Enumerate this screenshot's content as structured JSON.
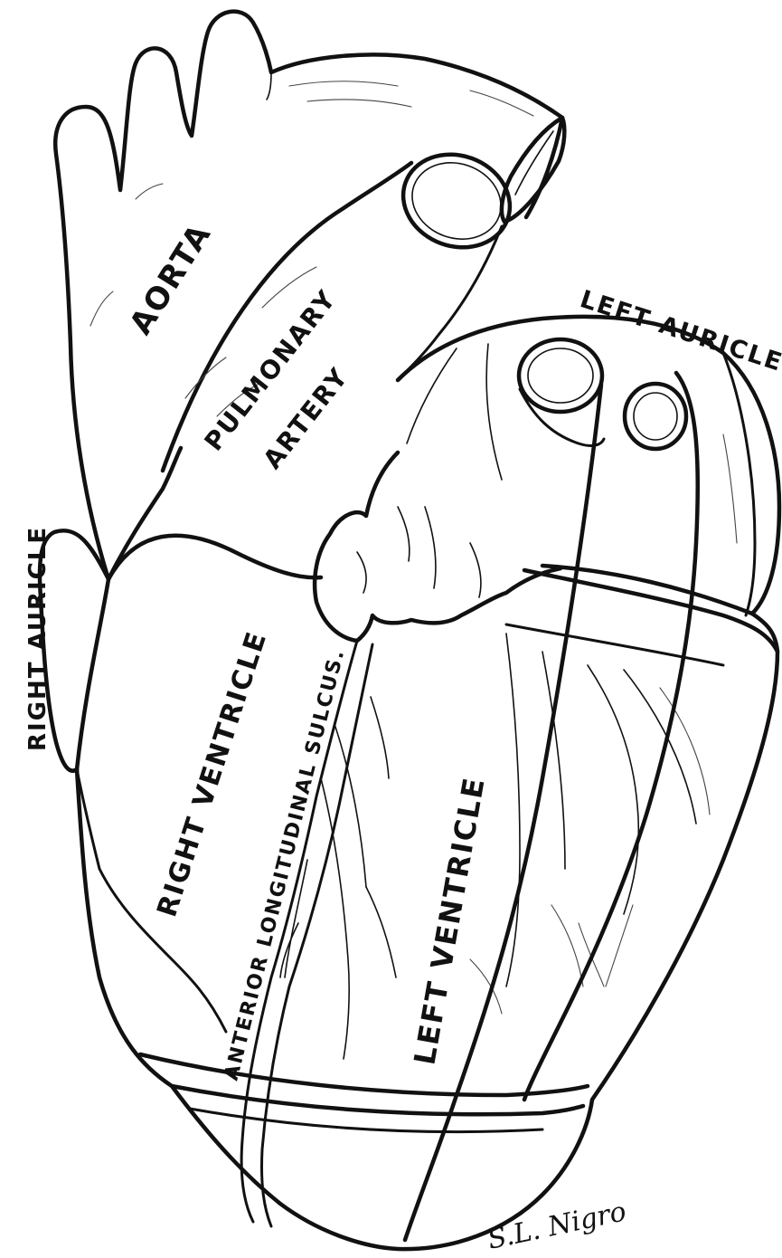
{
  "labels": {
    "aorta": "AORTA",
    "pulmonary_1": "PULMONARY",
    "pulmonary_2": "ARTERY",
    "left_auricle": "LEFT AURICLE",
    "right_auricle": "RIGHT AURICLE",
    "right_ventricle": "RIGHT VENTRICLE",
    "sulcus": "ANTERIOR LONGITUDINAL SULCUS.",
    "left_ventricle": "LEFT VENTRICLE"
  },
  "signature": "S.L. Nigro",
  "colors": {
    "ink": "#111111",
    "paper": "#ffffff"
  }
}
